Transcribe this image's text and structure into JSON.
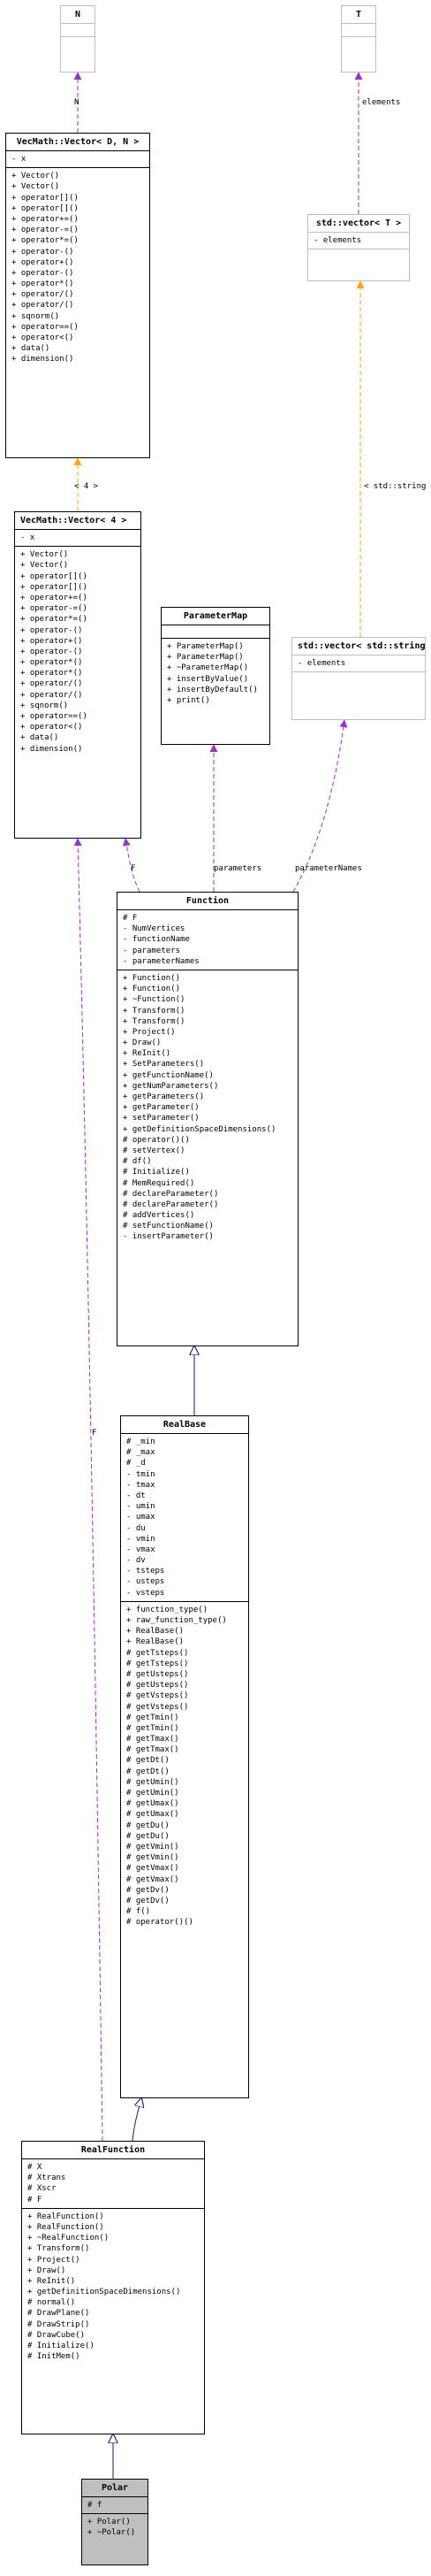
{
  "classes": {
    "n": {
      "title": "N"
    },
    "t": {
      "title": "T"
    },
    "vecN": {
      "title": "VecMath::Vector< D, N >",
      "attributes": [
        "- x"
      ],
      "methods": [
        "+ Vector()",
        "+ Vector()",
        "+ operator[]()",
        "+ operator[]()",
        "+ operator+=()",
        "+ operator-=()",
        "+ operator*=()",
        "+ operator-()",
        "+ operator+()",
        "+ operator-()",
        "+ operator*()",
        "+ operator/()",
        "+ operator/()",
        "+ sqnorm()",
        "+ operator==()",
        "+ operator<()",
        "+ data()",
        "+ dimension()"
      ]
    },
    "stdvecT": {
      "title": "std::vector< T >",
      "attributes": [
        "- elements"
      ]
    },
    "vec4": {
      "title": "VecMath::Vector< 4 >",
      "attributes": [
        "- x"
      ],
      "methods": [
        "+ Vector()",
        "+ Vector()",
        "+ operator[]()",
        "+ operator[]()",
        "+ operator+=()",
        "+ operator-=()",
        "+ operator*=()",
        "+ operator-()",
        "+ operator+()",
        "+ operator-()",
        "+ operator*()",
        "+ operator*()",
        "+ operator/()",
        "+ operator/()",
        "+ sqnorm()",
        "+ operator==()",
        "+ operator<()",
        "+ data()",
        "+ dimension()"
      ]
    },
    "paramMap": {
      "title": "ParameterMap",
      "methods": [
        "+ ParameterMap()",
        "+ ParameterMap()",
        "+ ~ParameterMap()",
        "+ insertByValue()",
        "+ insertByDefault()",
        "+ print()"
      ]
    },
    "stdvecStr": {
      "title": "std::vector< std::string >",
      "attributes": [
        "- elements"
      ]
    },
    "function": {
      "title": "Function",
      "attributes": [
        "# F",
        "- NumVertices",
        "- functionName",
        "- parameters",
        "- parameterNames"
      ],
      "methods": [
        "+ Function()",
        "+ Function()",
        "+ ~Function()",
        "+ Transform()",
        "+ Transform()",
        "+ Project()",
        "+ Draw()",
        "+ ReInit()",
        "+ SetParameters()",
        "+ getFunctionName()",
        "+ getNumParameters()",
        "+ getParameters()",
        "+ getParameter()",
        "+ setParameter()",
        "+ getDefinitionSpaceDimensions()",
        "# operator()()",
        "# setVertex()",
        "# df()",
        "# Initialize()",
        "# MemRequired()",
        "# declareParameter()",
        "# declareParameter()",
        "# addVertices()",
        "# setFunctionName()",
        "- insertParameter()"
      ]
    },
    "realBase": {
      "title": "RealBase",
      "attributes": [
        "# _min",
        "# _max",
        "# _d",
        "- tmin",
        "- tmax",
        "- dt",
        "- umin",
        "- umax",
        "- du",
        "- vmin",
        "- vmax",
        "- dv",
        "- tsteps",
        "- usteps",
        "- vsteps"
      ],
      "methods": [
        "+ function_type()",
        "+ raw_function_type()",
        "+ RealBase()",
        "+ RealBase()",
        "# getTsteps()",
        "# getTsteps()",
        "# getUsteps()",
        "# getUsteps()",
        "# getVsteps()",
        "# getVsteps()",
        "# getTmin()",
        "# getTmin()",
        "# getTmax()",
        "# getTmax()",
        "# getDt()",
        "# getDt()",
        "# getUmin()",
        "# getUmin()",
        "# getUmax()",
        "# getUmax()",
        "# getDu()",
        "# getDu()",
        "# getVmin()",
        "# getVmin()",
        "# getVmax()",
        "# getVmax()",
        "# getDv()",
        "# getDv()",
        "# f()",
        "# operator()()"
      ]
    },
    "realFunction": {
      "title": "RealFunction",
      "attributes": [
        "# X",
        "# Xtrans",
        "# Xscr",
        "# F"
      ],
      "methods": [
        "+ RealFunction()",
        "+ RealFunction()",
        "+ ~RealFunction()",
        "+ Transform()",
        "+ Project()",
        "+ Draw()",
        "+ ReInit()",
        "+ getDefinitionSpaceDimensions()",
        "# normal()",
        "# DrawPlane()",
        "# DrawStrip()",
        "# DrawCube()",
        "# Initialize()",
        "# InitMem()"
      ]
    },
    "polar": {
      "title": "Polar",
      "attributes": [
        "# f"
      ],
      "methods": [
        "+ Polar()",
        "+ ~Polar()"
      ]
    }
  },
  "edge_labels": {
    "n_to_vecN": "N",
    "t_elements": "elements",
    "vec4_template": "< 4 >",
    "stdstring_template": "< std::string >",
    "vec4_f": "F",
    "parameters": "parameters",
    "parameterNames": "parameterNames",
    "realfunction_f": "F"
  },
  "colors": {
    "inheritance": "#191970",
    "usage": "#9a32cd",
    "template": "#ffa500",
    "border": "#000000",
    "muted_border": "#bfbfbf",
    "highlight": "#bfbfbf"
  }
}
